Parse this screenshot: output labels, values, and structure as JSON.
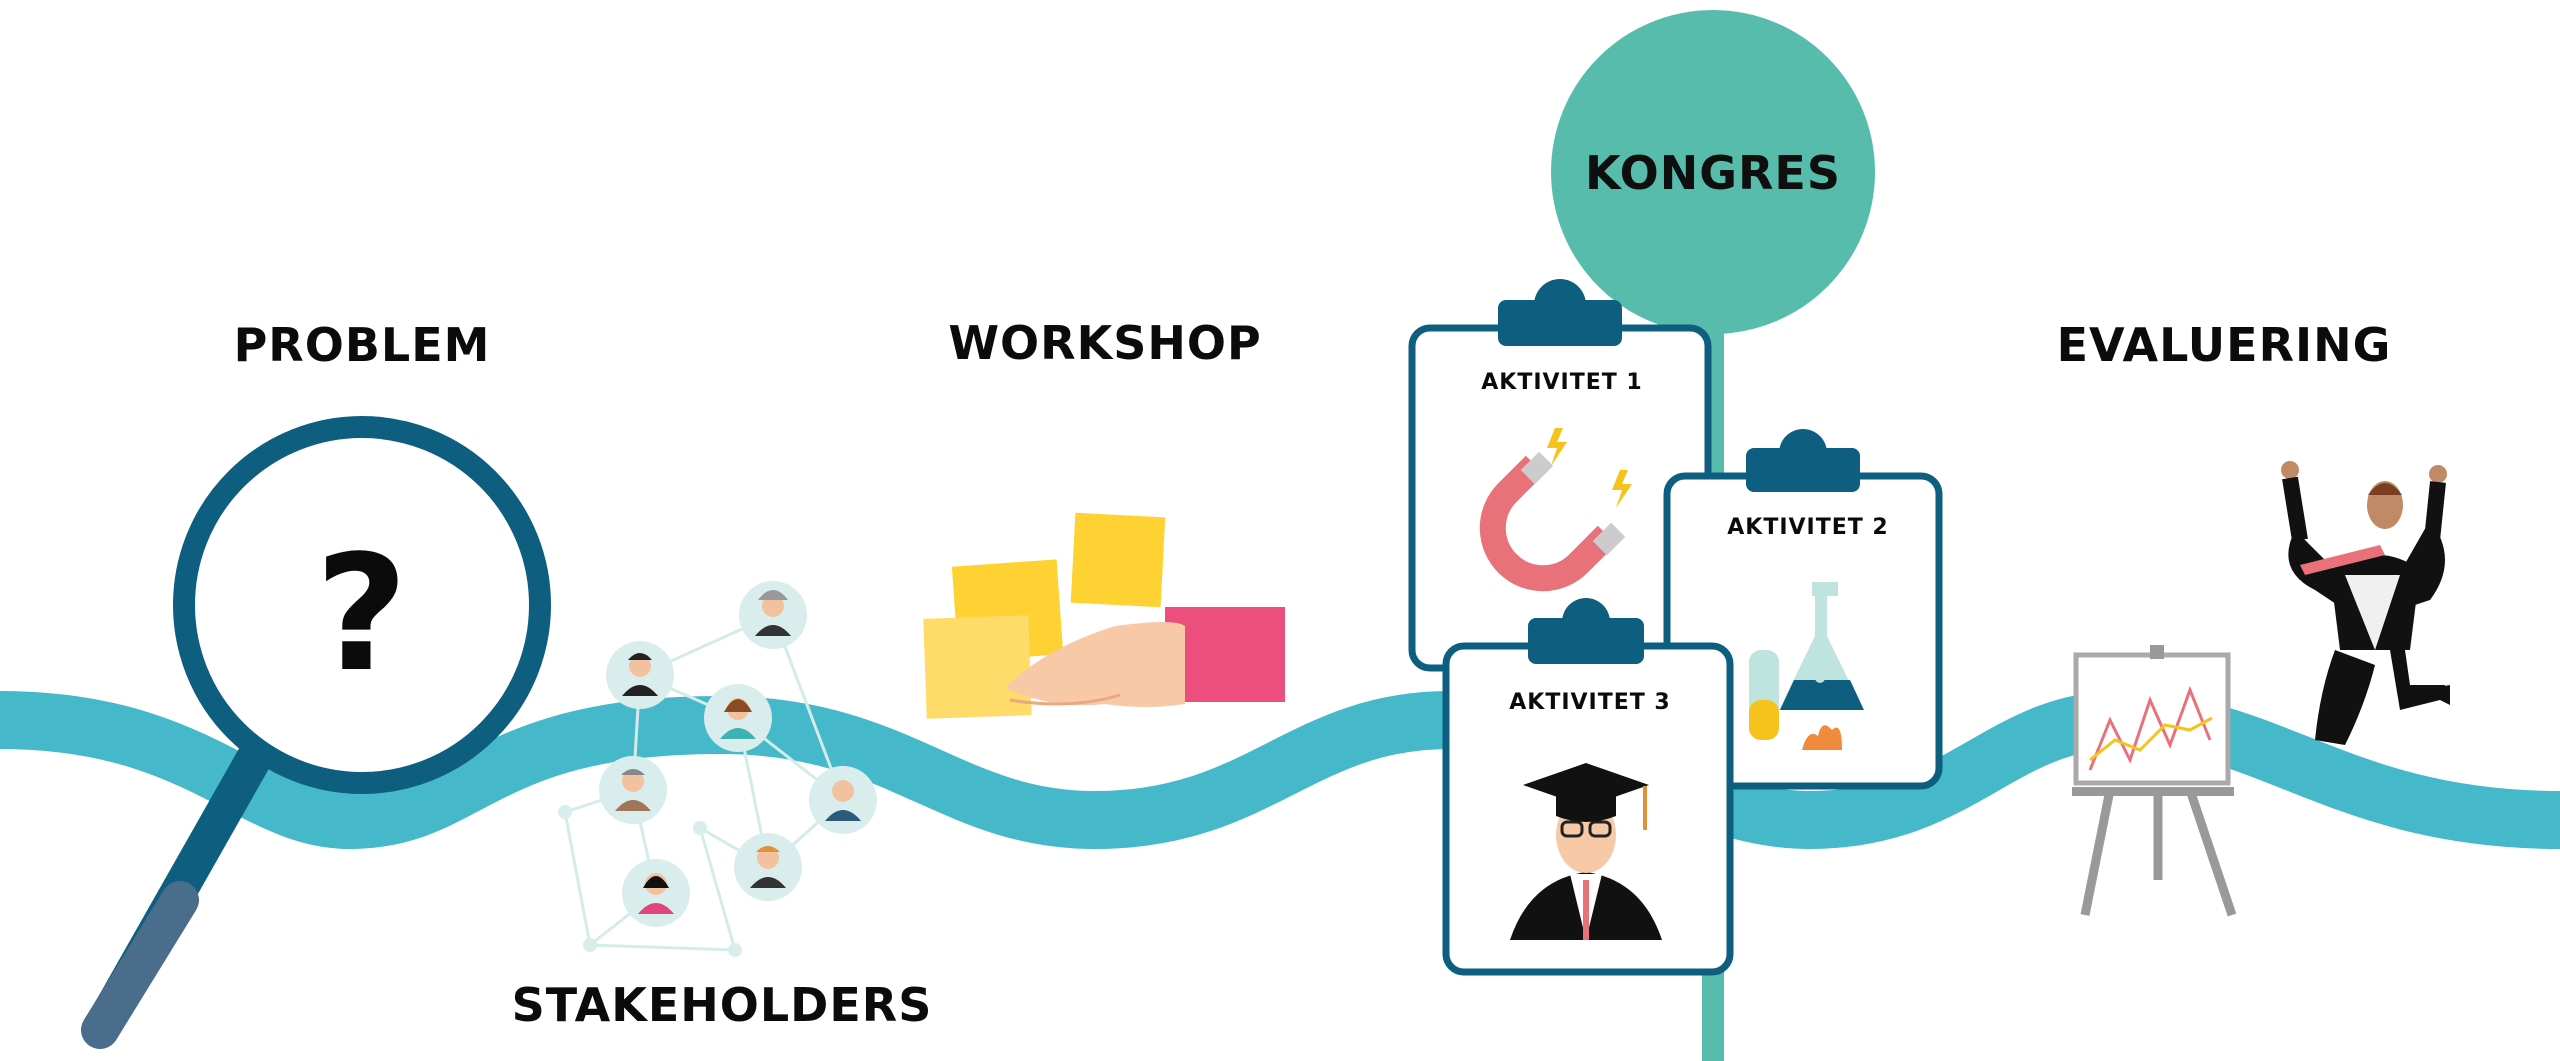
{
  "steps": {
    "problem": "PROBLEM",
    "stakeholders": "STAKEHOLDERS",
    "workshop": "WORKSHOP",
    "kongres": "KONGRES",
    "evaluering": "EVALUERING"
  },
  "activities": {
    "a1": "AKTIVITET 1",
    "a2": "AKTIVITET 2",
    "a3": "AKTIVITET 3"
  },
  "question_mark": "?",
  "colors": {
    "wave": "#45b9c9",
    "navy": "#0e5e80",
    "teal": "#57bcab",
    "sticky_yellow": "#ffd233",
    "sticky_pink": "#ec4f7d"
  }
}
